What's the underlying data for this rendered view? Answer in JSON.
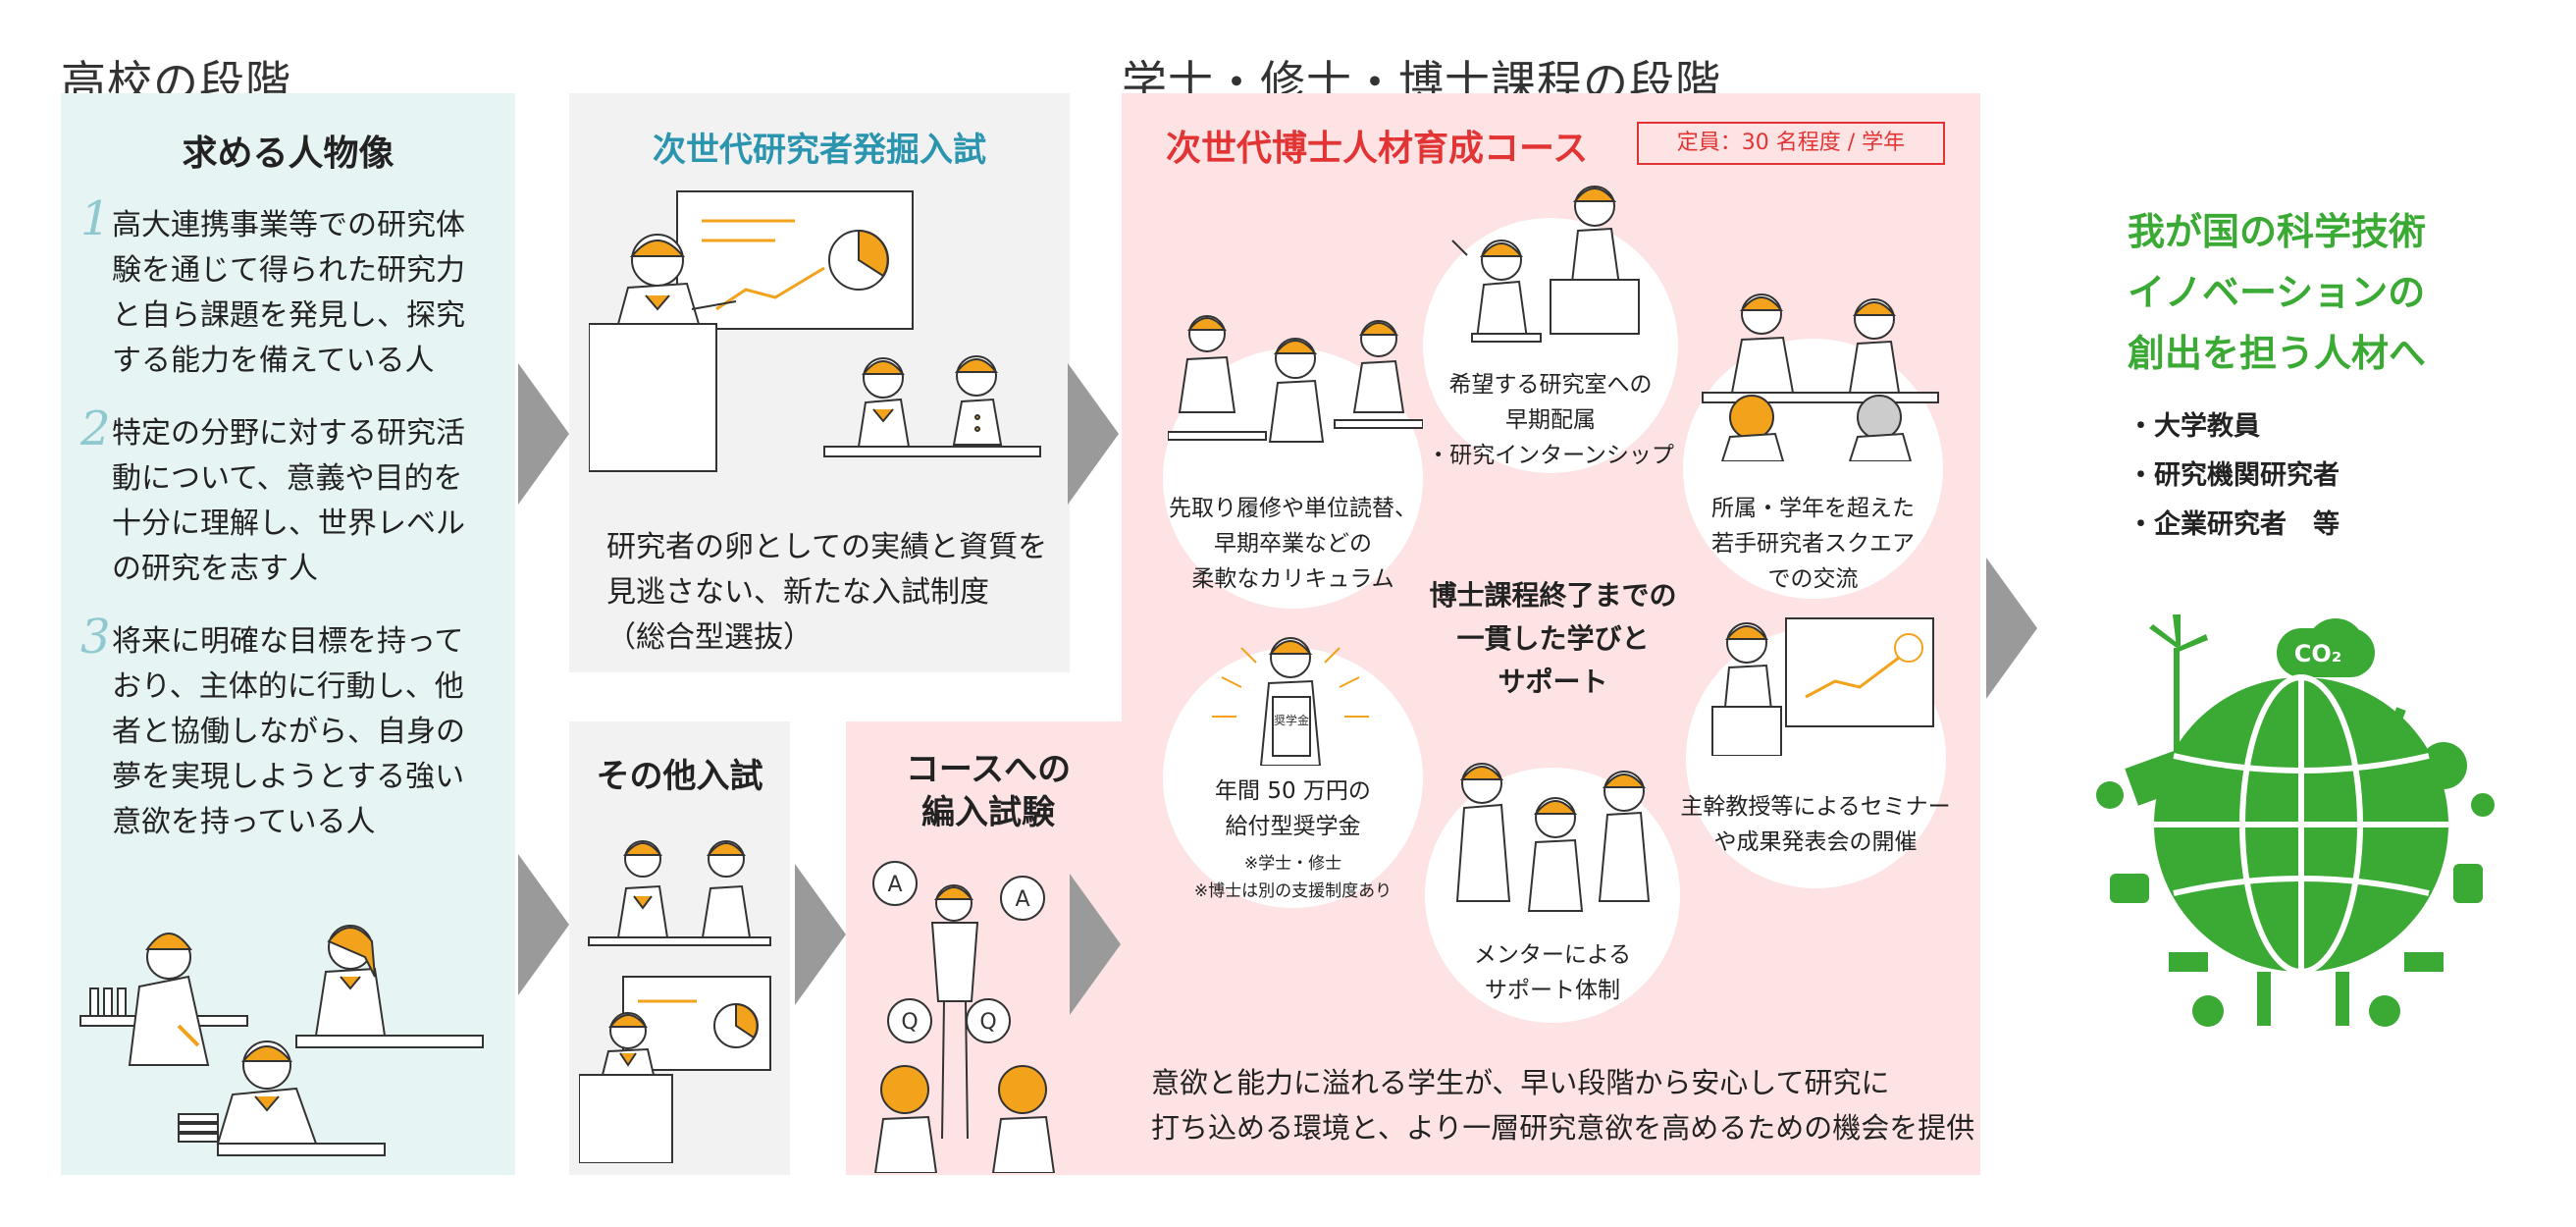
{
  "stages": {
    "highschool": "高校の段階",
    "university": "学士・修士・博士課程の段階"
  },
  "ideal": {
    "title": "求める人物像",
    "items": [
      {
        "num": "1",
        "text": [
          "高大連携事業等での研究体",
          "験を通じて得られた研究力",
          "と自ら課題を発見し、探究",
          "する能力を備えている人"
        ]
      },
      {
        "num": "2",
        "text": [
          "特定の分野に対する研究活",
          "動について、意義や目的を",
          "十分に理解し、世界レベル",
          "の研究を志す人"
        ]
      },
      {
        "num": "3",
        "text": [
          "将来に明確な目標を持って",
          "おり、主体的に行動し、他",
          "者と協働しながら、自身の",
          "夢を実現しようとする強い",
          "意欲を持っている人"
        ]
      }
    ]
  },
  "exam": {
    "title": "次世代研究者発掘入試",
    "desc": [
      "研究者の卵としての実績と資質を",
      "見逃さない、新たな入試制度",
      "（総合型選抜）"
    ]
  },
  "other_exam": {
    "title": "その他入試"
  },
  "transfer": {
    "title": [
      "コースへの",
      "編入試験"
    ]
  },
  "course": {
    "title": "次世代博士人材育成コース",
    "capacity": "定員：30 名程度 / 学年",
    "center": [
      "博士課程終了までの",
      "一貫した学びと",
      "サポート"
    ],
    "lab": [
      "希望する研究室への",
      "早期配属",
      "・研究インターンシップ"
    ],
    "curriculum": [
      "先取り履修や単位読替、",
      "早期卒業などの",
      "柔軟なカリキュラム"
    ],
    "square": [
      "所属・学年を超えた",
      "若手研究者スクエア",
      "での交流"
    ],
    "scholarship": [
      "年間 50 万円の",
      "給付型奨学金"
    ],
    "scholarship_notes": [
      "※学士・修士",
      "※博士は別の支援制度あり"
    ],
    "scholarship_book": "奨学金",
    "mentor": [
      "メンターによる",
      "サポート体制"
    ],
    "seminar": [
      "主幹教授等によるセミナー",
      "や成果発表会の開催"
    ],
    "bottom": [
      "意欲と能力に溢れる学生が、早い段階から安心して研究に",
      "打ち込める環境と、より一層研究意欲を高めるための機会を提供"
    ]
  },
  "outcome": {
    "title": [
      "我が国の科学技術",
      "イノベーションの",
      "創出を担う人材へ"
    ],
    "items": [
      "・大学教員",
      "・研究機関研究者",
      "・企業研究者　等"
    ],
    "co2": "CO₂"
  },
  "bubbles": {
    "a": "A",
    "q": "Q"
  },
  "colors": {
    "teal_bg": "#e6f4f3",
    "gray_bg": "#f2f2f2",
    "pink_bg": "#fde3e3",
    "accent_red": "#e23434",
    "accent_teal": "#2b95b0",
    "green": "#3aaa35",
    "orange": "#f3a21b",
    "arrow": "#9a9a9a"
  }
}
